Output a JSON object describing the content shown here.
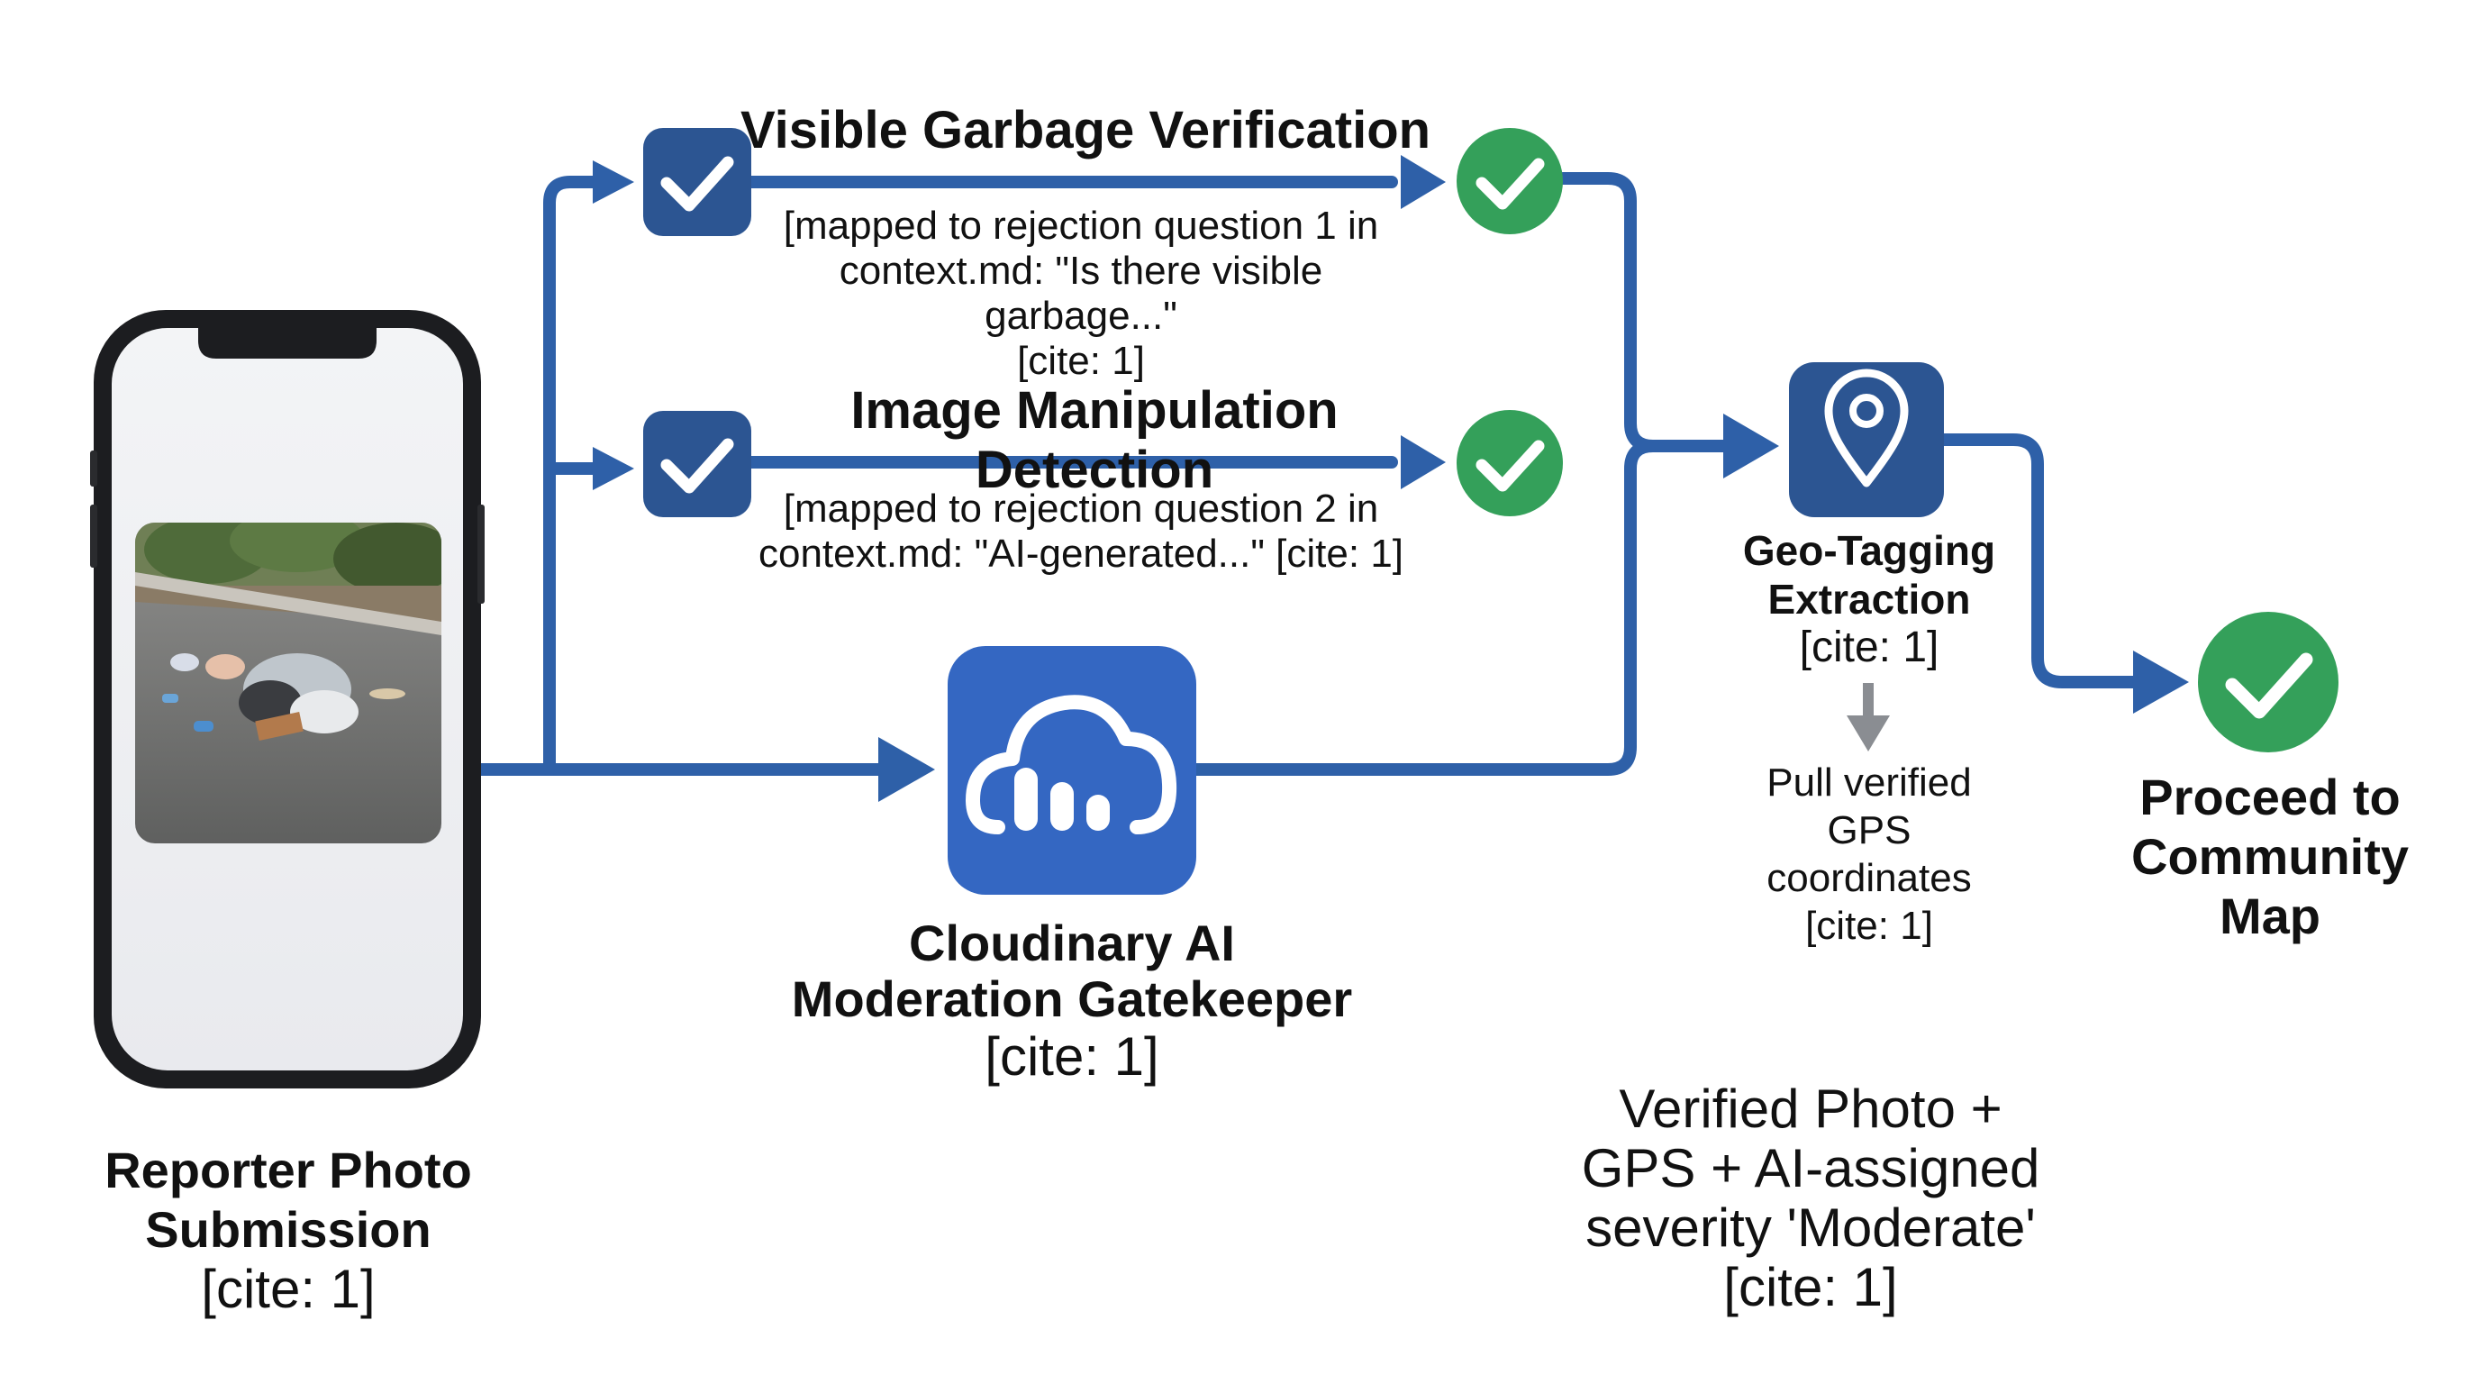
{
  "reporter": {
    "title_line1": "Reporter Photo",
    "title_line2": "Submission",
    "cite": "[cite: 1]"
  },
  "gatekeeper": {
    "title_line1": "Cloudinary AI",
    "title_line2": "Moderation Gatekeeper",
    "cite": "[cite: 1]",
    "icon": "cloud-icon"
  },
  "check1": {
    "title": "Visible Garbage Verification",
    "note_line1": "[mapped to rejection question 1 in",
    "note_line2": "context.md: \"Is there visible garbage...\"",
    "note_line3": "[cite: 1]"
  },
  "check2": {
    "title": "Image Manipulation Detection",
    "note_line1": "[mapped to rejection question 2 in",
    "note_line2": "context.md: \"AI-generated...\" [cite: 1]"
  },
  "geotag": {
    "title_line1": "Geo-Tagging",
    "title_line2": "Extraction",
    "cite": "[cite: 1]",
    "sub_line1": "Pull verified",
    "sub_line2": "GPS",
    "sub_line3": "coordinates",
    "sub_line4": "[cite: 1]",
    "icon": "location-pin-icon"
  },
  "final": {
    "title_line1": "Proceed to",
    "title_line2": "Community",
    "title_line3": "Map",
    "icon": "check-circle-icon"
  },
  "summary": {
    "line1": "Verified Photo +",
    "line2": "GPS + AI-assigned",
    "line3": "severity 'Moderate'",
    "line4": "[cite: 1]"
  },
  "colors": {
    "arrow_blue": "#2e60a8",
    "dark_blue_box": "#2c5592",
    "cloud_blue": "#3467c2",
    "check_green": "#34a05a"
  }
}
